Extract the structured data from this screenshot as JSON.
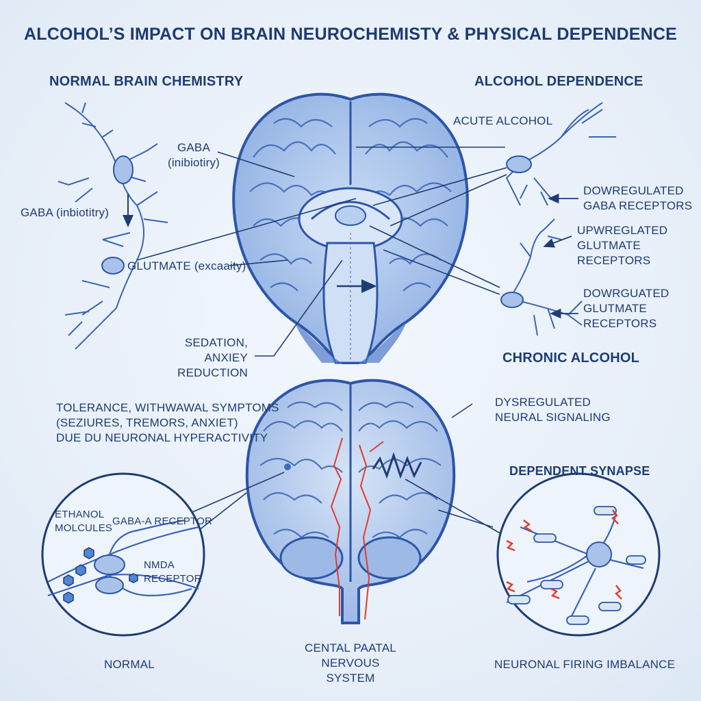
{
  "title": "ALCOHOL’S IMPACT ON BRAIN NEUROCHEMISTY & PHYSICAL DEPENDENCE",
  "left_section": {
    "heading": "NORMAL BRAIN CHEMISTRY",
    "gaba_label_side": "GABA (inbiotitry)",
    "gaba_label_brain_line1": "GABA",
    "gaba_label_brain_line2": "(inibiotiry)",
    "glutamate_label": "GLUTMATE (excaaity)",
    "sedation_line1": "SEDATION,",
    "sedation_line2": "ANXIEY REDUCTION"
  },
  "right_section": {
    "heading": "ALCOHOL DEPENDENCE",
    "acute_label": "ACUTE ALCOHOL",
    "downreg_gaba_line1": "DOWREGULATED",
    "downreg_gaba_line2": "GABA RECEPTORS",
    "upreg_glut_line1": "UPWREGLATED",
    "upreg_glut_line2": "GLUTMATE",
    "upreg_glut_line3": "RECEPTORS",
    "downreg_glut_line1": "DOWRGUATED",
    "downreg_glut_line2": "GLUTMATE",
    "downreg_glut_line3": "RECEPTORS",
    "chronic_label": "CHRONIC ALCOHOL"
  },
  "lower_section": {
    "tolerance_line1": "TOLERANCE, WITHWAWAL SYMPTOMS",
    "tolerance_line2": "(SEZIURES, TREMORS, ANXIET)",
    "tolerance_line3": "DUE DU NEURONAL HYPERACTIVITY",
    "dysregulated_line1": "DYSREGULATED",
    "dysregulated_line2": "NEURAL SIGNALING",
    "dependent_synapse": "DEPENDENT SYNAPSE",
    "ethanol_line1": "ETHANOL",
    "ethanol_line2": "MOLCULES",
    "gaba_a_receptor": "GABA-A RECEPTOR",
    "nmda_line1": "NMDA",
    "nmda_line2": "RECEPTOR",
    "normal_caption": "NORMAL",
    "cns_line1": "CENTAL PAATAL",
    "cns_line2": "NERVOUS SYSTEM",
    "imbalance_caption": "NEURONAL FIRING IMBALANCE"
  },
  "colors": {
    "background": "#e9f1fa",
    "ink": "#1e3c73",
    "brain_fill": "#aac3ea",
    "brain_line": "#2d55a8",
    "accent_red": "#e23a2a"
  }
}
